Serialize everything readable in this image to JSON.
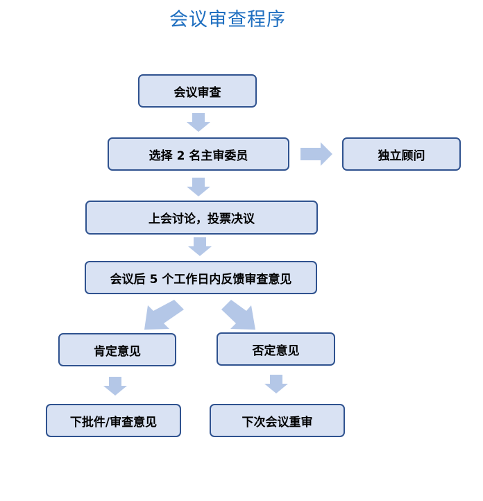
{
  "title": "会议审查程序",
  "nodes": {
    "meeting_review": "会议审查",
    "select_reviewers": "选择 2 名主审委员",
    "independent_consultant": "独立顾问",
    "discuss_vote": "上会讨论，投票决议",
    "feedback": "会议后 5 个工作日内反馈审查意见",
    "positive": "肯定意见",
    "negative": "否定意见",
    "issue_approval": "下批件/审查意见",
    "next_review": "下次会议重审"
  },
  "colors": {
    "title": "#1f6fc0",
    "box_fill": "#d9e2f3",
    "box_border": "#2f528f",
    "arrow": "#b4c7e7"
  }
}
